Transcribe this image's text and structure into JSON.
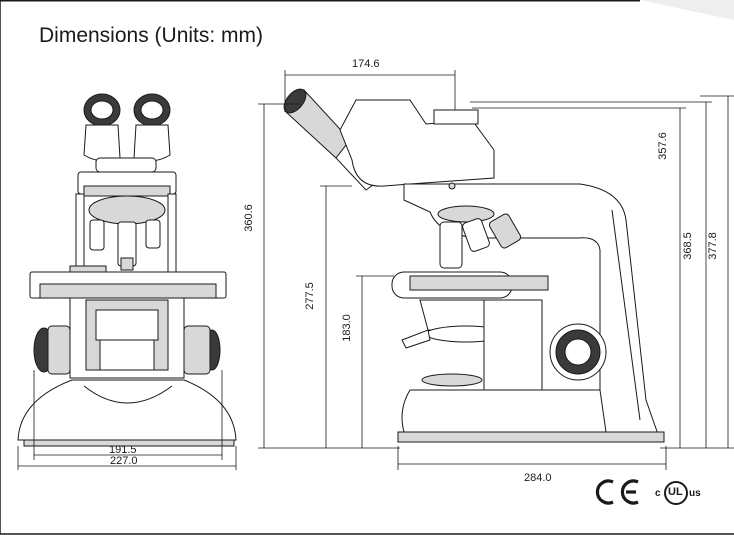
{
  "title": "Dimensions (Units: mm)",
  "dimensions": {
    "top_width": "174.6",
    "height_total_left": "360.6",
    "height_stage": "277.5",
    "height_condenser": "183.0",
    "height_arm": "357.6",
    "height_right_1": "368.5",
    "height_right_2": "377.8",
    "depth": "284.0",
    "front_width_inner": "191.5",
    "front_width_outer": "227.0"
  },
  "certifications": {
    "ce": "CE",
    "ul_prefix": "c",
    "ul": "UL",
    "ul_suffix": "us"
  },
  "colors": {
    "line": "#1a1a1a",
    "fill": "#ffffff",
    "shade": "#d8d8d8",
    "dark": "#3a3a3a",
    "corner": "#eeeeee"
  }
}
